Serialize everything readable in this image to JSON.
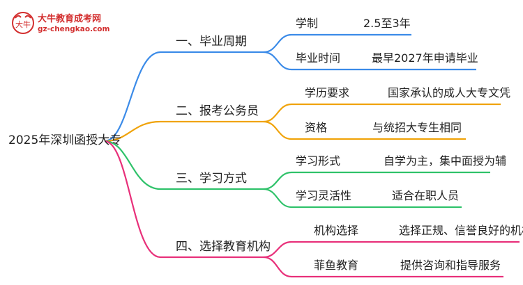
{
  "logo": {
    "title": "大牛教育成考网",
    "url": "gz-chengkao.com",
    "mark_text": "大牛"
  },
  "colors": {
    "blue": "#3b8be8",
    "orange": "#f0a30a",
    "green": "#2fc26a",
    "pink": "#e8307a"
  },
  "root": {
    "label": "2025年深圳函授大专"
  },
  "branches": [
    {
      "label": "一、毕业周期",
      "color": "blue",
      "items": [
        {
          "key": "学制",
          "value": "2.5至3年"
        },
        {
          "key": "毕业时间",
          "value": "最早2027年申请毕业"
        }
      ]
    },
    {
      "label": "二、报考公务员",
      "color": "orange",
      "items": [
        {
          "key": "学历要求",
          "value": "国家承认的成人大专文凭"
        },
        {
          "key": "资格",
          "value": "与统招大专生相同"
        }
      ]
    },
    {
      "label": "三、学习方式",
      "color": "green",
      "items": [
        {
          "key": "学习形式",
          "value": "自学为主，集中面授为辅"
        },
        {
          "key": "学习灵活性",
          "value": "适合在职人员"
        }
      ]
    },
    {
      "label": "四、选择教育机构",
      "color": "pink",
      "items": [
        {
          "key": "机构选择",
          "value": "选择正规、信誉良好的机构"
        },
        {
          "key": "菲鱼教育",
          "value": "提供咨询和指导服务"
        }
      ]
    }
  ]
}
